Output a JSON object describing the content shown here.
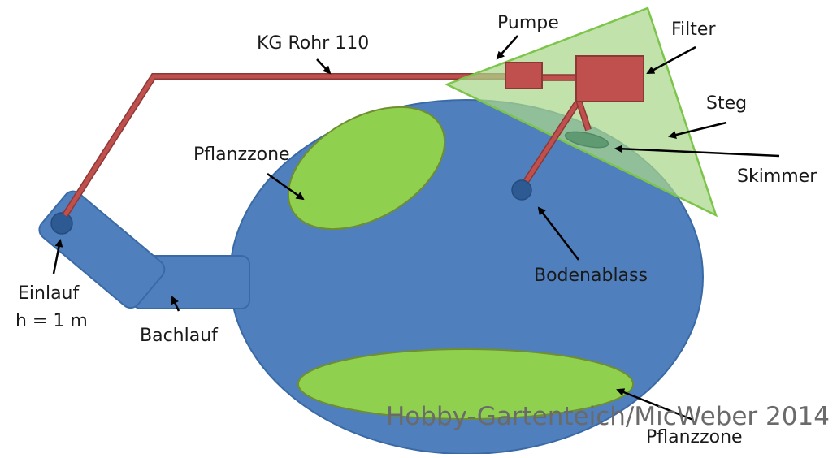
{
  "diagram": {
    "labels": {
      "kg_rohr": "KG Rohr 110",
      "pumpe": "Pumpe",
      "filter": "Filter",
      "steg": "Steg",
      "skimmer": "Skimmer",
      "pflanzzone_top": "Pflanzzone",
      "bodenablass": "Bodenablass",
      "einlauf_line1": "Einlauf",
      "einlauf_line2": "h = 1 m",
      "bachlauf": "Bachlauf",
      "pflanzzone_bottom": "Pflanzzone"
    },
    "watermark": "Hobby-Gartenteich/MicWeber 2014",
    "colors": {
      "pond": "#4f7fbd",
      "pond_edge": "#3a6aa6",
      "plant_zone": "#8fd14f",
      "plant_edge": "#6f8f2f",
      "pipe": "#c0504d",
      "pipe_edge": "#8c3836",
      "deck": "#a9d88a",
      "deck_edge": "#7cc44a"
    }
  }
}
